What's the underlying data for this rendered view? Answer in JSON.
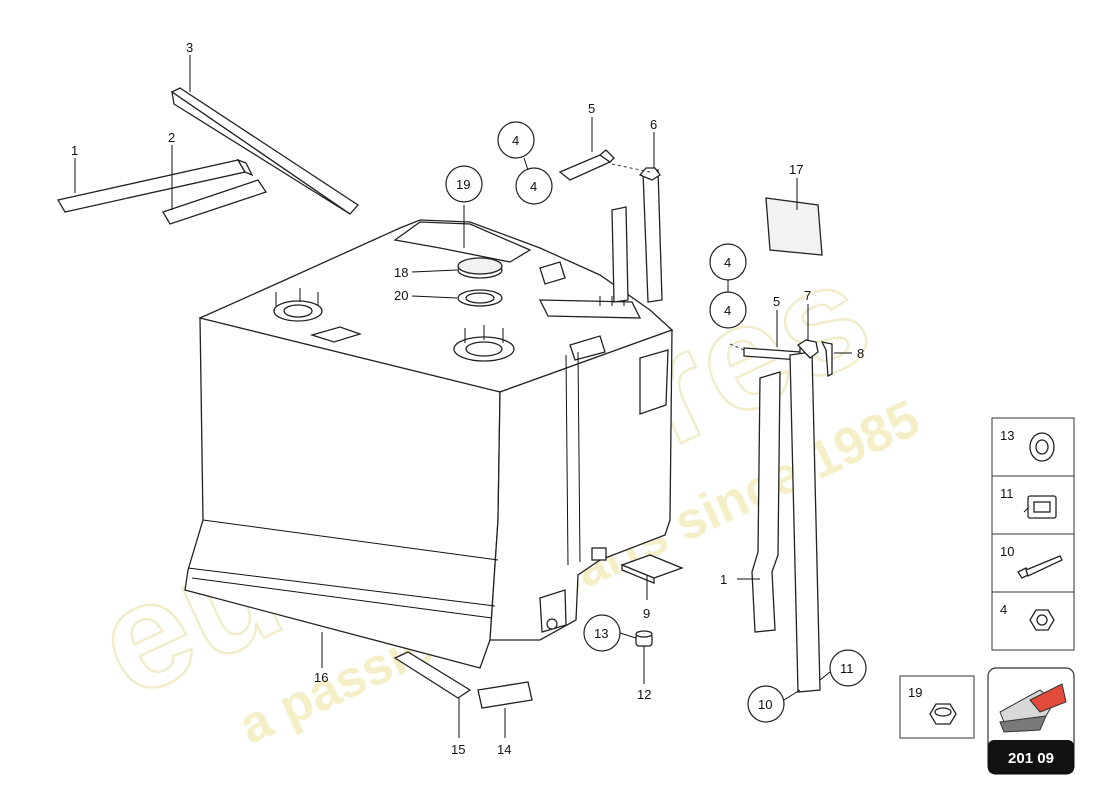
{
  "watermark": {
    "brand": "eurospares",
    "tagline": "a passion for parts since 1985",
    "color": "#e8e2a0"
  },
  "callouts": {
    "c1_top": "1",
    "c2": "2",
    "c3": "3",
    "c4_a": "4",
    "c4_b": "4",
    "c4_c": "4",
    "c4_d": "4",
    "c5_top": "5",
    "c6": "6",
    "c17": "17",
    "c19": "19",
    "c18": "18",
    "c20": "20",
    "c5_right": "5",
    "c7": "7",
    "c8": "8",
    "c1_right": "1",
    "c9": "9",
    "c13": "13",
    "c12": "12",
    "c16": "16",
    "c15": "15",
    "c14": "14",
    "c10": "10",
    "c11": "11"
  },
  "legend": {
    "items": [
      {
        "num": "13",
        "icon": "washer-icon"
      },
      {
        "num": "11",
        "icon": "clip-nut-icon"
      },
      {
        "num": "10",
        "icon": "bolt-icon"
      },
      {
        "num": "4",
        "icon": "hex-nut-icon"
      }
    ],
    "extra": {
      "num": "19",
      "icon": "hex-nut-icon"
    },
    "page_code": "201 09"
  }
}
